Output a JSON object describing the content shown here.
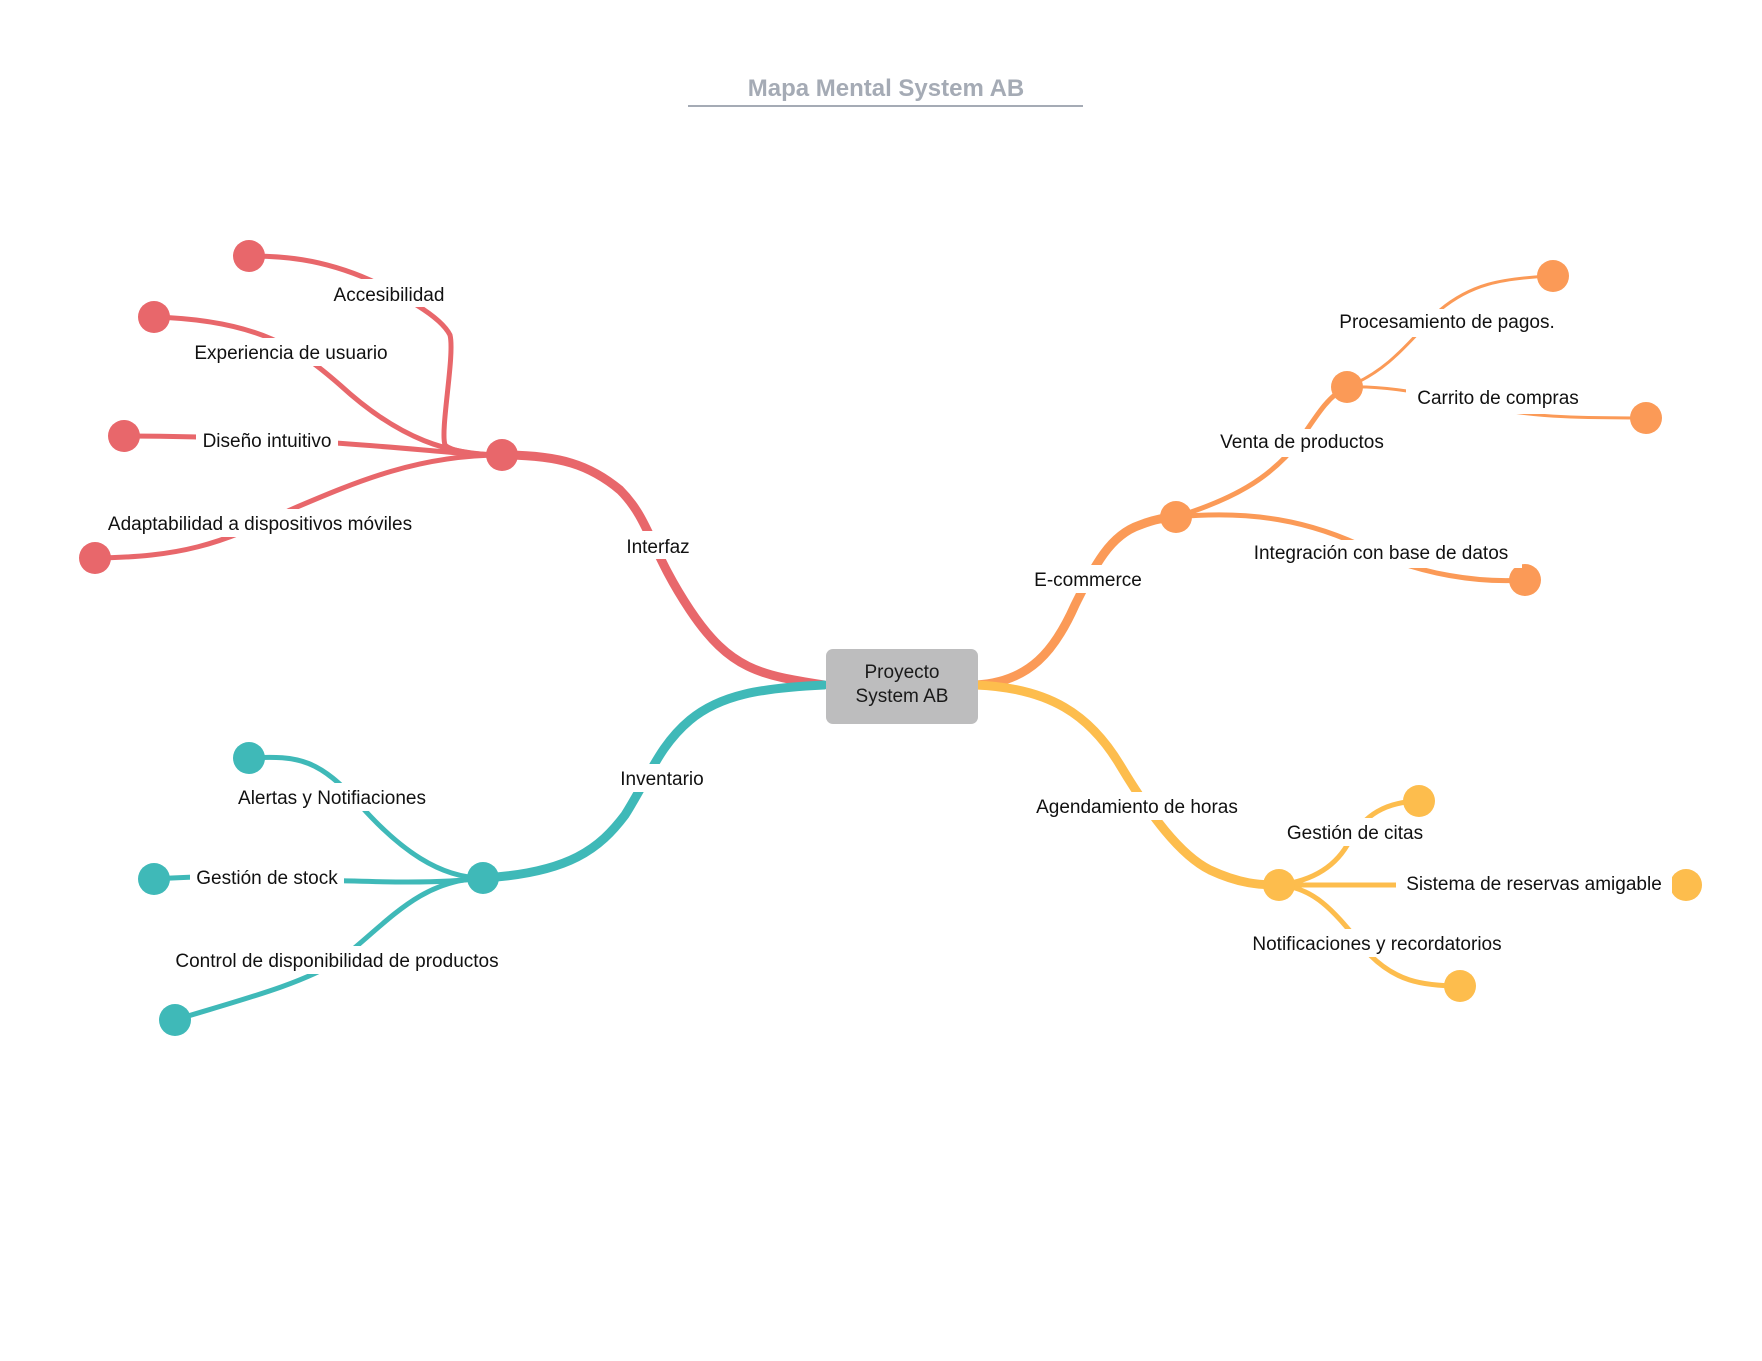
{
  "title": "Mapa Mental System AB",
  "center": {
    "line1": "Proyecto",
    "line2": "System AB",
    "color": "#bdbdbe"
  },
  "branches": [
    {
      "label": "Interfaz",
      "color": "#e8676b",
      "children": [
        "Accesibilidad",
        "Experiencia de usuario",
        "Diseño intuitivo",
        "Adaptabilidad a dispositivos móviles"
      ]
    },
    {
      "label": "Inventario",
      "color": "#3fb9b8",
      "children": [
        "Alertas y Notifiaciones",
        "Gestión de stock",
        "Control de disponibilidad de productos"
      ]
    },
    {
      "label": "E-commerce",
      "color": "#fb9a57",
      "children": [
        {
          "label": "Venta de productos",
          "children": [
            "Procesamiento de pagos.",
            "Carrito de compras"
          ]
        },
        {
          "label": "Integración con base de datos"
        }
      ]
    },
    {
      "label": "Agendamiento de horas",
      "color": "#fdbd4d",
      "children": [
        "Gestión de citas",
        "Sistema de reservas amigable",
        "Notificaciones y recordatorios"
      ]
    }
  ]
}
